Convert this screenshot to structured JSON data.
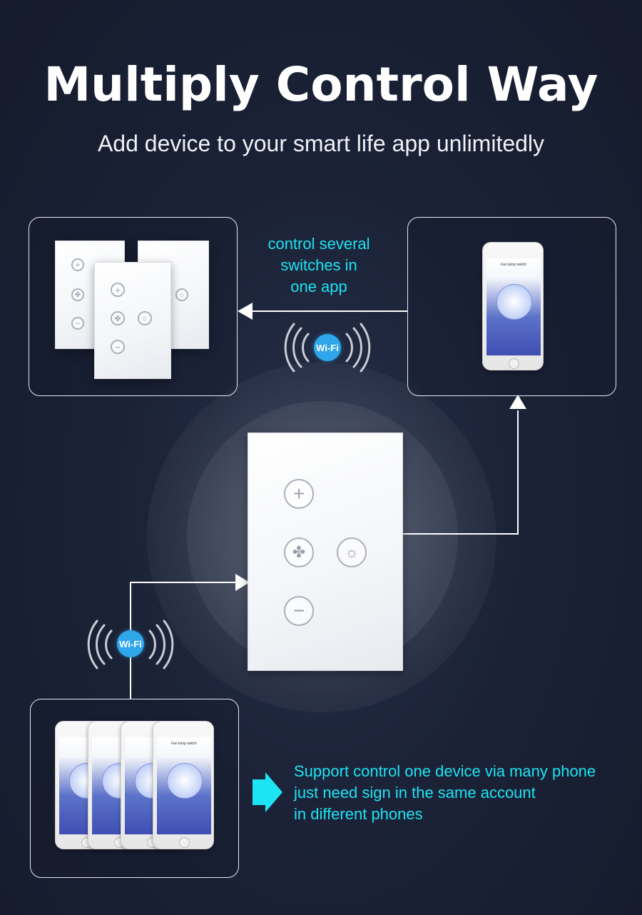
{
  "header": {
    "title": "Multiply Control Way",
    "subtitle": "Add device to your smart life app unlimitedly"
  },
  "captions": {
    "top": [
      "control several",
      "switches in",
      "one app"
    ],
    "bottom": [
      "Support control one device via many phone",
      "just need sign in the same account",
      "in different phones"
    ]
  },
  "wifi": {
    "label": "Wi-Fi"
  },
  "app": {
    "screen_title": "Fan lamp switch"
  },
  "icons": {
    "switch_buttons": [
      "plus-icon",
      "fan-icon",
      "bulb-icon",
      "minus-icon"
    ],
    "arrows": [
      "arrow-left-icon",
      "arrow-up-icon",
      "arrow-right-icon",
      "cyan-arrow-icon"
    ],
    "wireless": "wifi-signal-icon"
  },
  "colors": {
    "accent": "#1de3f2",
    "wifi_badge": "#2fa6ea",
    "background": "#1b2237"
  }
}
